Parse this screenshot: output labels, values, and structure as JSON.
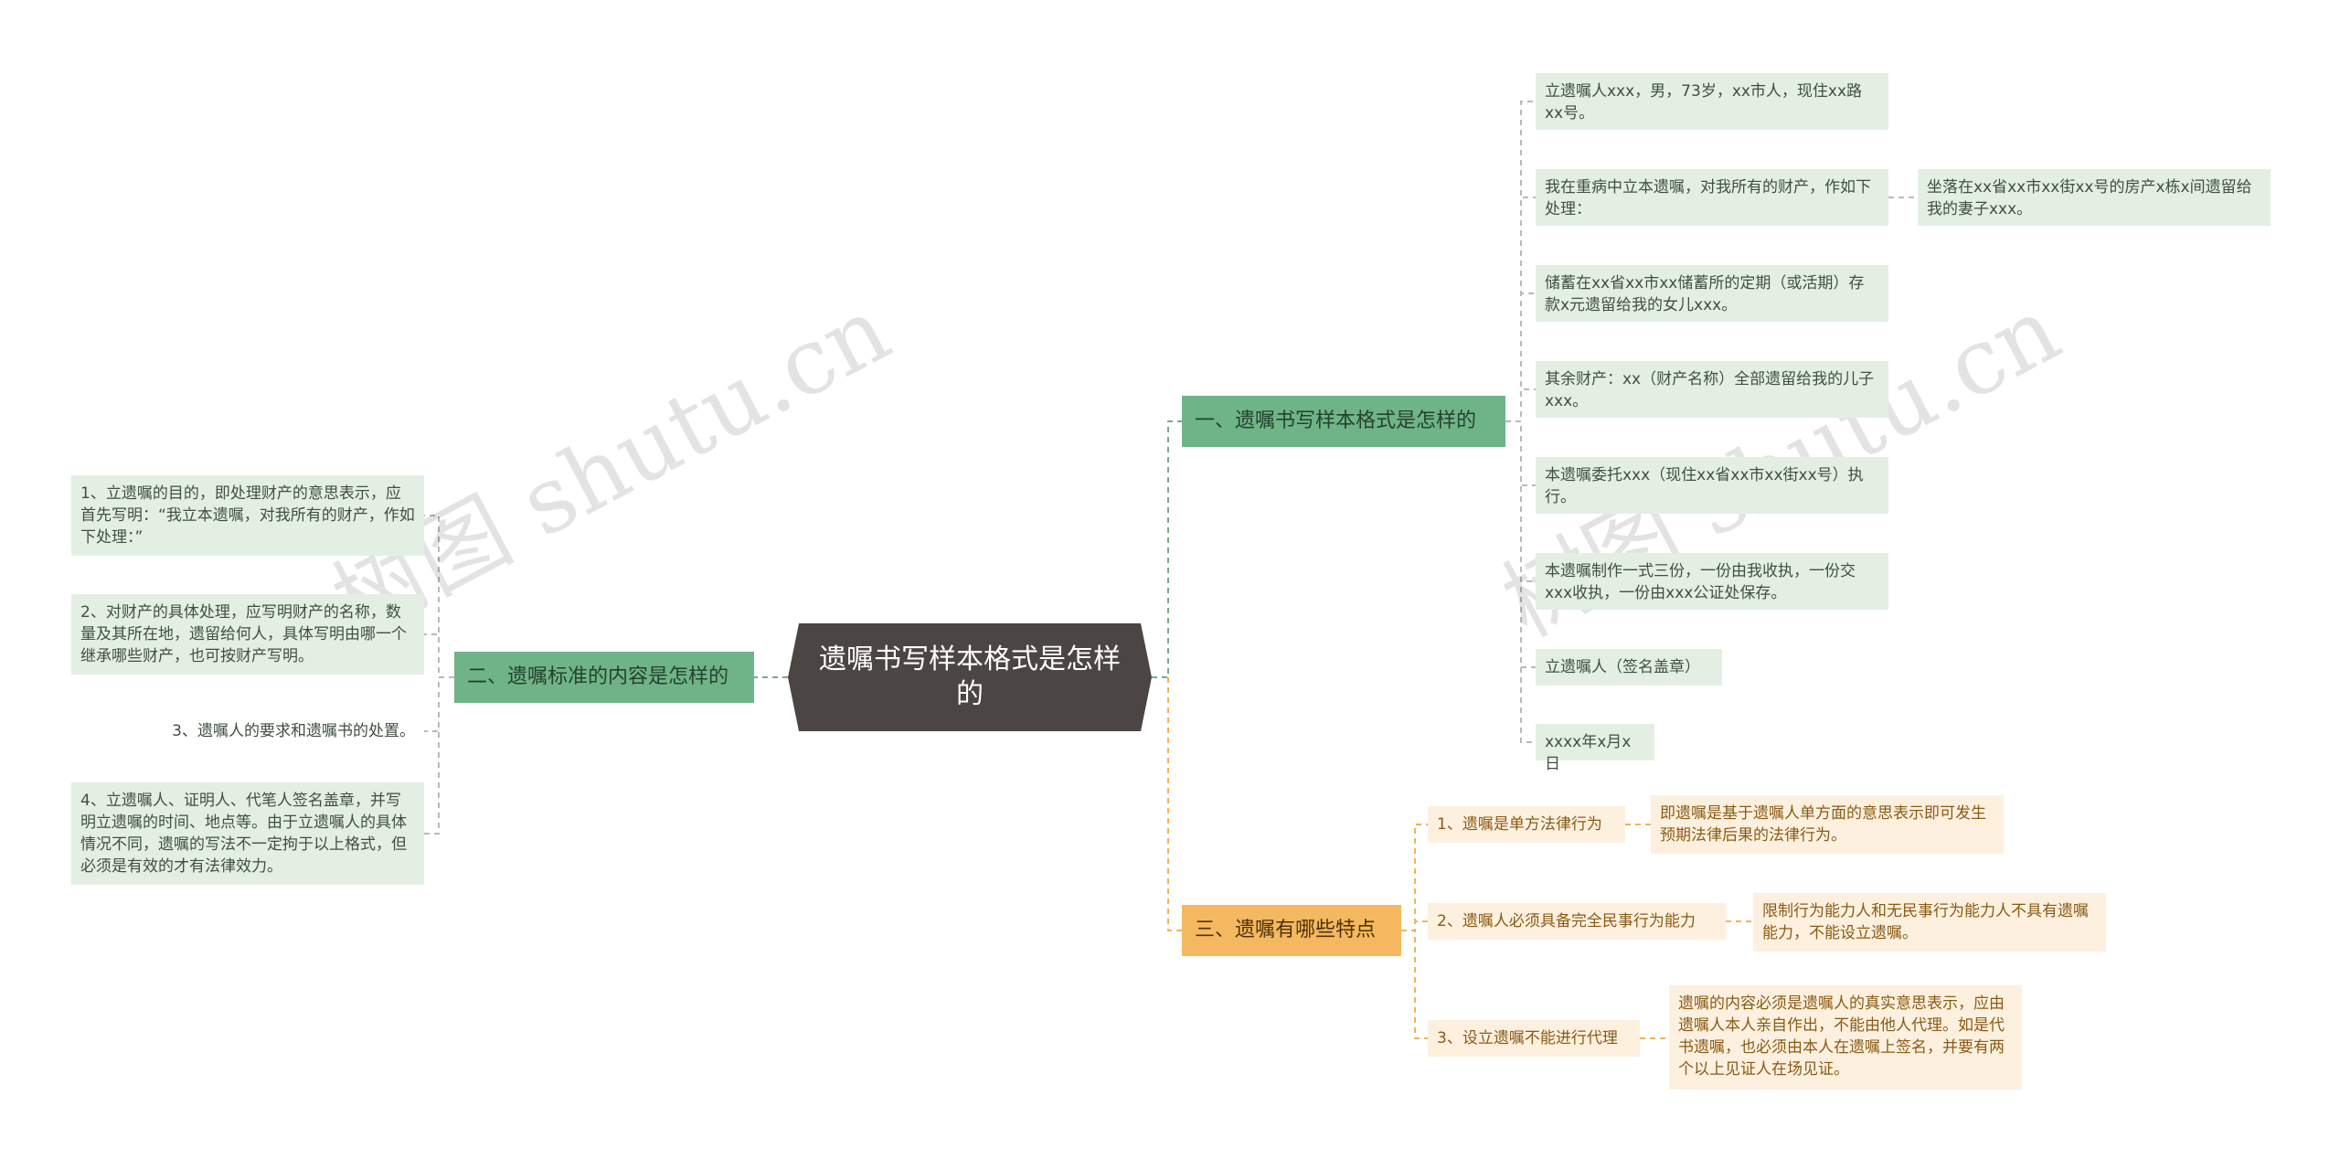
{
  "central": "遗嘱书写样本格式是怎样的",
  "watermarks": [
    "树图 shutu.cn",
    "树图 shutu.cn"
  ],
  "branch1": {
    "title": "一、遗嘱书写样本格式是怎样的",
    "items": [
      "立遗嘱人xxx，男，73岁，xx市人，现住xx路xx号。",
      "我在重病中立本遗嘱，对我所有的财产，作如下处理：",
      "储蓄在xx省xx市xx储蓄所的定期（或活期）存款x元遗留给我的女儿xxx。",
      "其余财产：xx（财产名称）全部遗留给我的儿子xxx。",
      "本遗嘱委托xxx（现住xx省xx市xx街xx号）执行。",
      "本遗嘱制作一式三份，一份由我收执，一份交xxx收执，一份由xxx公证处保存。",
      "立遗嘱人（签名盖章）",
      "xxxx年x月x日"
    ],
    "sub": "坐落在xx省xx市xx街xx号的房产x栋x间遗留给我的妻子xxx。"
  },
  "branch2": {
    "title": "二、遗嘱标准的内容是怎样的",
    "items": [
      "1、立遗嘱的目的，即处理财产的意思表示，应首先写明：“我立本遗嘱，对我所有的财产，作如下处理：”",
      "2、对财产的具体处理，应写明财产的名称，数量及其所在地，遗留给何人，具体写明由哪一个继承哪些财产，也可按财产写明。",
      "3、遗嘱人的要求和遗嘱书的处置。",
      "4、立遗嘱人、证明人、代笔人签名盖章，并写明立遗嘱的时间、地点等。由于立遗嘱人的具体情况不同，遗嘱的写法不一定拘于以上格式，但必须是有效的才有法律效力。"
    ]
  },
  "branch3": {
    "title": "三、遗嘱有哪些特点",
    "items": [
      {
        "label": "1、遗嘱是单方法律行为",
        "detail": "即遗嘱是基于遗嘱人单方面的意思表示即可发生预期法律后果的法律行为。"
      },
      {
        "label": "2、遗嘱人必须具备完全民事行为能力",
        "detail": "限制行为能力人和无民事行为能力人不具有遗嘱能力，不能设立遗嘱。"
      },
      {
        "label": "3、设立遗嘱不能进行代理",
        "detail": "遗嘱的内容必须是遗嘱人的真实意思表示，应由遗嘱人本人亲自作出，不能由他人代理。如是代书遗嘱，也必须由本人在遗嘱上签名，并要有两 个以上见证人在场见证。"
      }
    ]
  },
  "colors": {
    "central": "#4b4543",
    "green_branch": "#6fb487",
    "green_leaf": "#e4efe4",
    "orange_branch": "#f4b860",
    "orange_leaf": "#fdf0df",
    "green_line": "#7aa888",
    "orange_line": "#f0b35a"
  }
}
